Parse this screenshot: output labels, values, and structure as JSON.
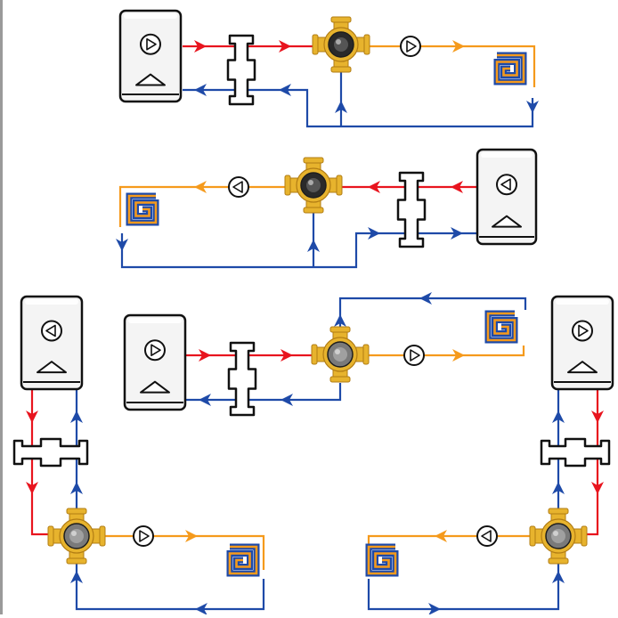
{
  "colors": {
    "supply": "#e8141e",
    "return": "#1e4aa8",
    "mixed": "#f59a1c",
    "outline": "#111111",
    "valve_body": "#e7b32d",
    "valve_shadow": "#b27d14",
    "valve_center": "#3b3b3b",
    "boiler_fill": "#f4f4f4"
  },
  "icons": {
    "boiler": "boiler-icon",
    "separator": "hydraulic-separator-icon",
    "valve": "four-way-mixing-valve-icon",
    "pump": "circulation-pump-icon",
    "floor_heating": "floor-heating-coil-icon",
    "flow_arrow": "flow-arrow-icon"
  },
  "diagrams": [
    {
      "id": "layout-top",
      "orientation": "boiler-left-horizontal"
    },
    {
      "id": "layout-mirrored",
      "orientation": "boiler-right-horizontal"
    },
    {
      "id": "layout-vertical-left",
      "orientation": "boiler-top-left-vertical"
    },
    {
      "id": "layout-center",
      "orientation": "boiler-left-horizontal-return-above"
    },
    {
      "id": "layout-vertical-right",
      "orientation": "boiler-top-right-vertical"
    }
  ]
}
